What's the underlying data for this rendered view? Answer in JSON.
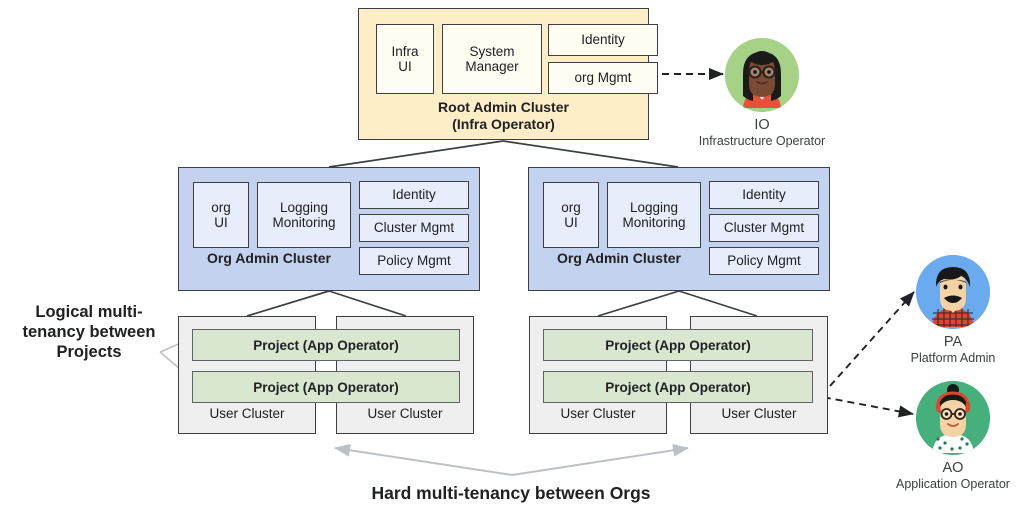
{
  "diagram": {
    "title_bottom": "Hard multi-tenancy between Orgs",
    "caption_left": "Logical multi-tenancy between Projects",
    "colors": {
      "root_cluster_fill": "#fdeec8",
      "root_inner_fill": "#fffcf1",
      "org_cluster_fill": "#c3d3ef",
      "org_inner_fill": "#e7edfa",
      "user_cluster_fill": "#efefef",
      "project_fill": "#d9e7d0",
      "stroke": "#3c4043",
      "arrow_gray": "#bdc1c6",
      "io_avatar_bg": "#a5d287",
      "pa_avatar_bg": "#6aaaee",
      "ao_avatar_bg": "#45b07c"
    }
  },
  "root_cluster": {
    "title_line1": "Root Admin Cluster",
    "title_line2": "(Infra Operator)",
    "components": {
      "infra_ui": "Infra\nUI",
      "infra_ui_l1": "Infra",
      "infra_ui_l2": "UI",
      "system_manager_l1": "System",
      "system_manager_l2": "Manager",
      "identity": "Identity",
      "org_mgmt": "org Mgmt"
    }
  },
  "org_clusters": [
    {
      "id": "org-left",
      "title": "Org Admin Cluster",
      "components": {
        "org_ui_l1": "org",
        "org_ui_l2": "UI",
        "logging_l1": "Logging",
        "logging_l2": "Monitoring",
        "identity": "Identity",
        "cluster_mgmt": "Cluster Mgmt",
        "policy_mgmt": "Policy Mgmt"
      },
      "user_clusters": [
        {
          "label": "User Cluster"
        },
        {
          "label": "User Cluster"
        }
      ],
      "projects": [
        {
          "label": "Project (App Operator)"
        },
        {
          "label": "Project (App Operator)"
        }
      ]
    },
    {
      "id": "org-right",
      "title": "Org Admin Cluster",
      "components": {
        "org_ui_l1": "org",
        "org_ui_l2": "UI",
        "logging_l1": "Logging",
        "logging_l2": "Monitoring",
        "identity": "Identity",
        "cluster_mgmt": "Cluster Mgmt",
        "policy_mgmt": "Policy Mgmt"
      },
      "user_clusters": [
        {
          "label": "User Cluster"
        },
        {
          "label": "User Cluster"
        }
      ],
      "projects": [
        {
          "label": "Project (App Operator)"
        },
        {
          "label": "Project  (App Operator)"
        }
      ]
    }
  ],
  "personas": [
    {
      "id": "io",
      "code": "IO",
      "name": "Infrastructure Operator",
      "avatar": "person-avatar-glasses-dark-hair"
    },
    {
      "id": "pa",
      "code": "PA",
      "name": "Platform Admin",
      "avatar": "person-avatar-mustache-plaid"
    },
    {
      "id": "ao",
      "code": "AO",
      "name": "Application Operator",
      "avatar": "person-avatar-headphones-bun"
    }
  ]
}
